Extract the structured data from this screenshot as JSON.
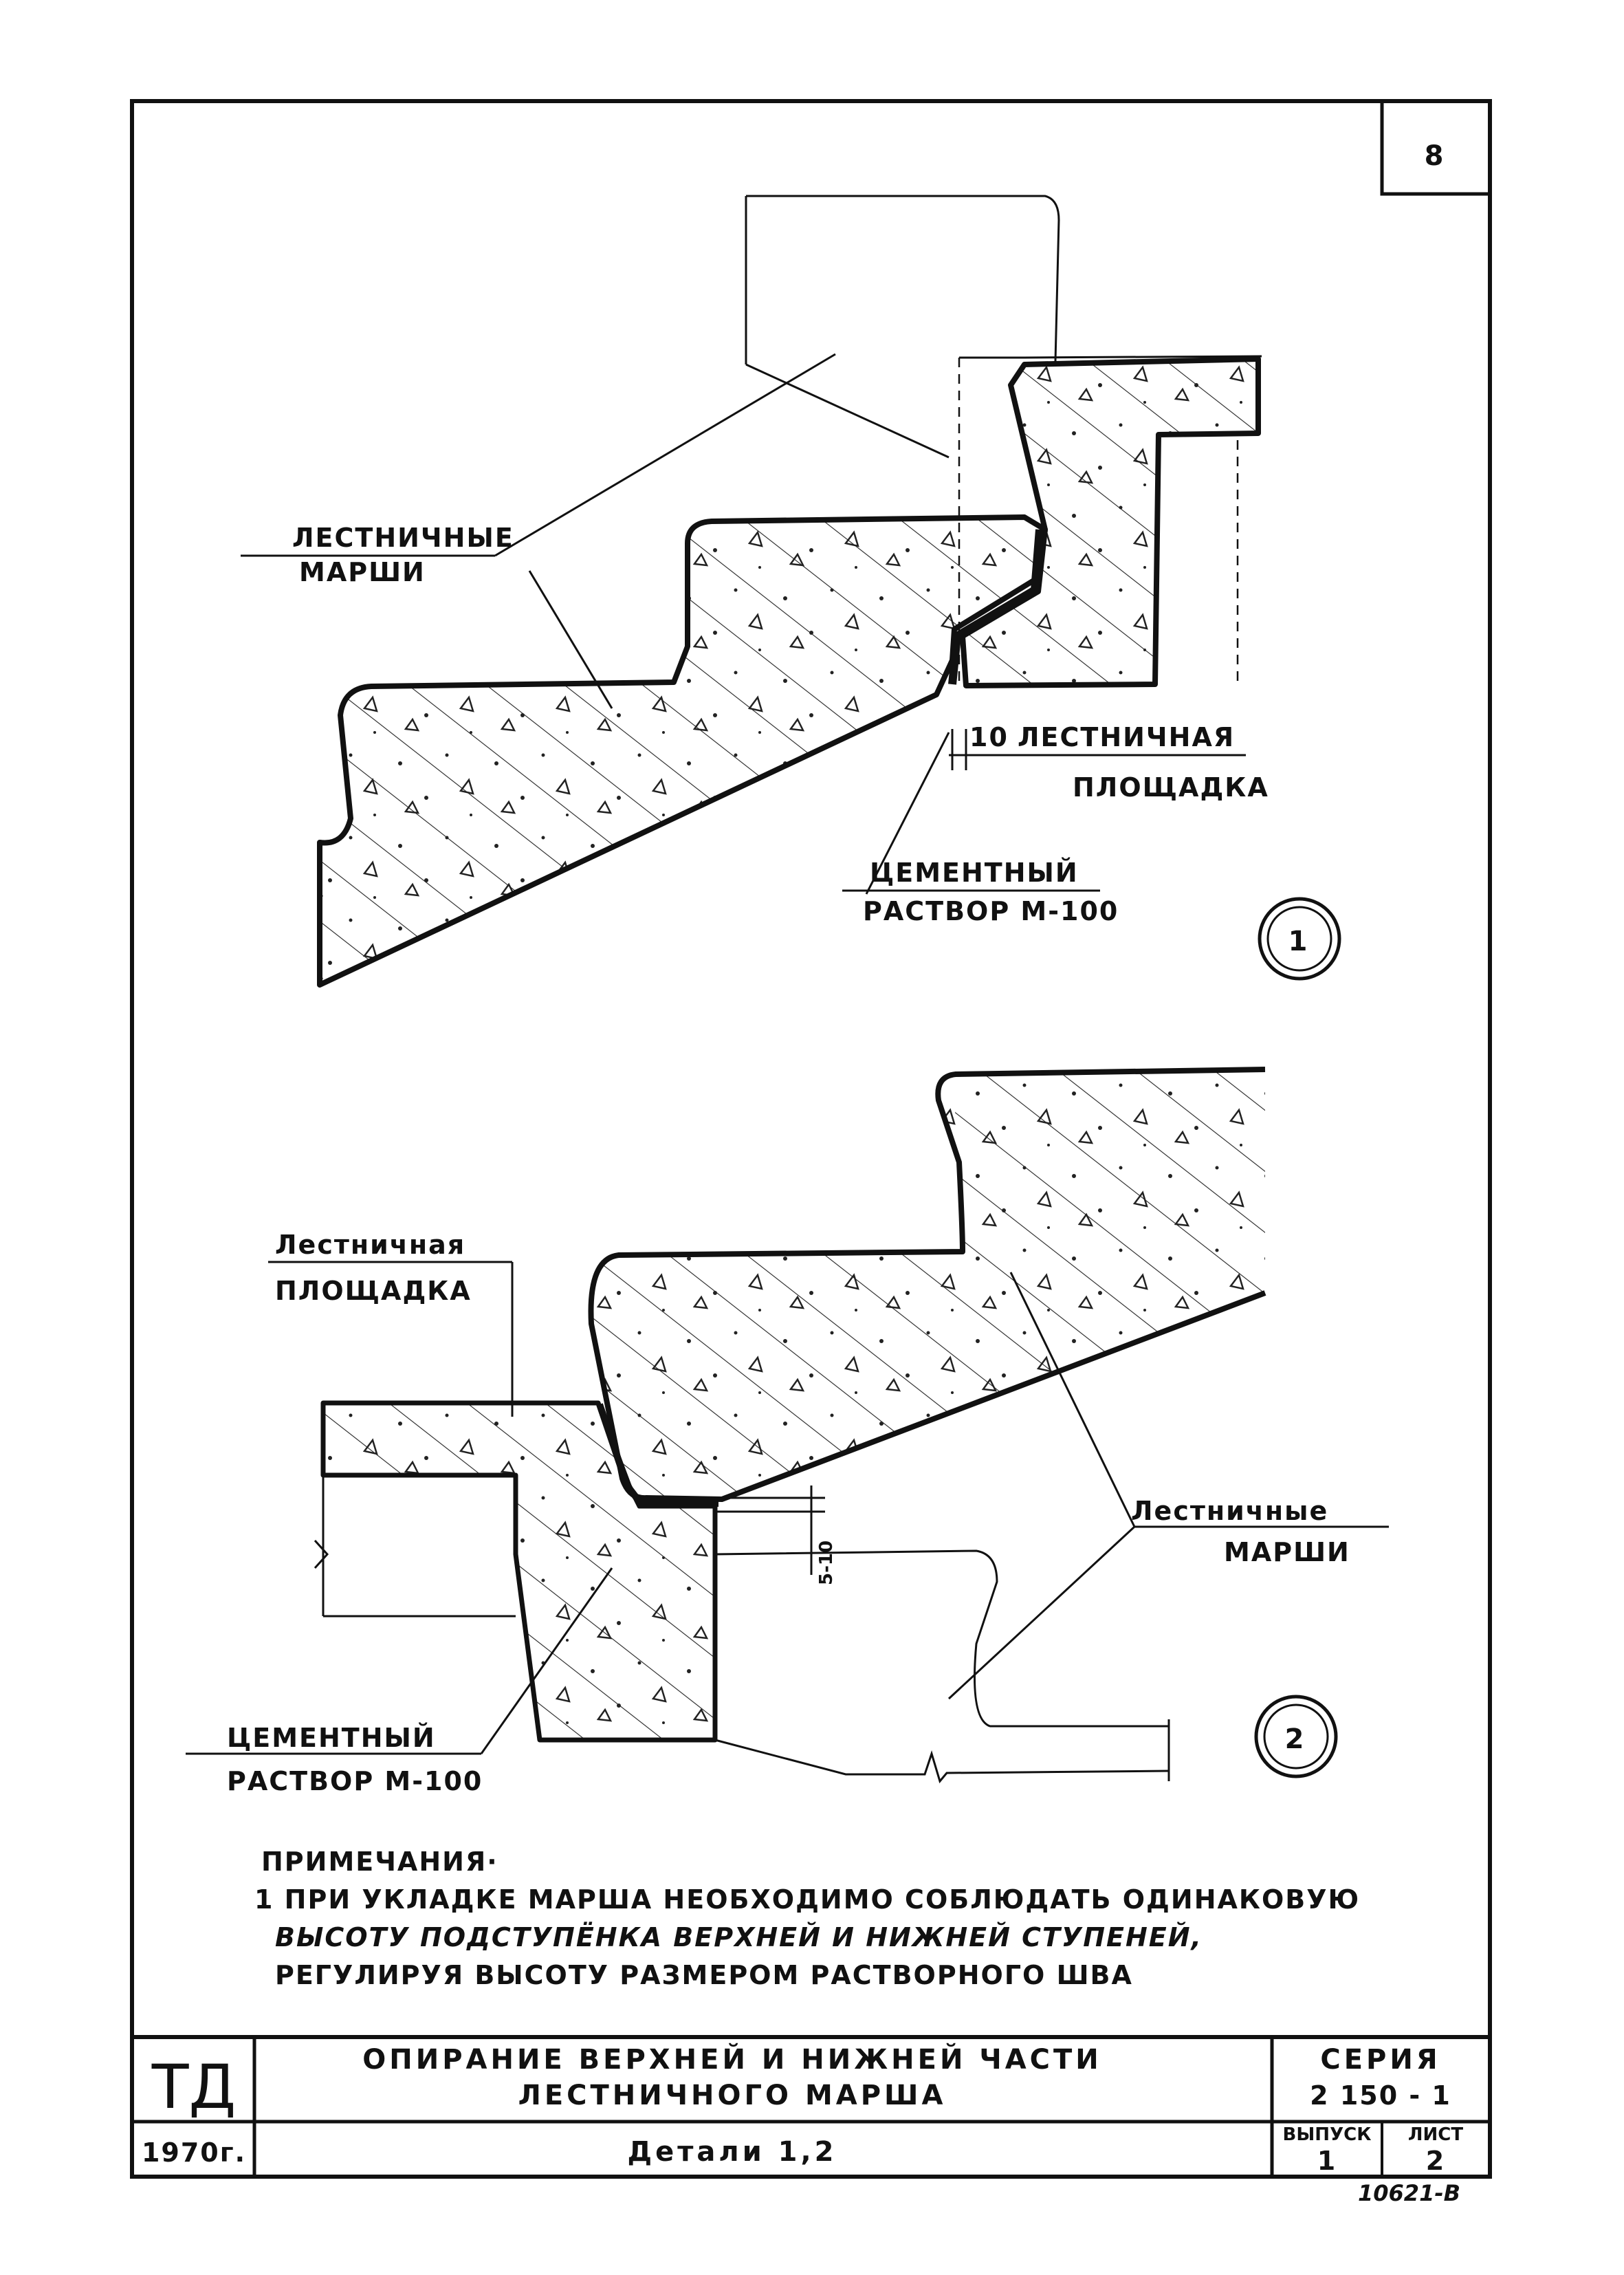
{
  "sheet_number": "8",
  "detail1": {
    "marker": "1",
    "label_marshi_line1": "ЛЕСТНИЧНЫЕ",
    "label_marshi_line2": "МАРШИ",
    "dim_gap": "10",
    "label_ploshchadka_line1": "ЛЕСТНИЧНАЯ",
    "label_ploshchadka_line2": "ПЛОЩАДКА",
    "label_rastvor_line1": "ЦЕМЕНТНЫЙ",
    "label_rastvor_line2": "РАСТВОР М-100"
  },
  "detail2": {
    "marker": "2",
    "label_ploshchadka_line1": "Лестничная",
    "label_ploshchadka_line2": "ПЛОЩАДКА",
    "label_marshi_line1": "Лестничные",
    "label_marshi_line2": "МАРШИ",
    "dim_gap": "5-10",
    "label_rastvor_line1": "ЦЕМЕНТНЫЙ",
    "label_rastvor_line2": "РАСТВОР М-100"
  },
  "notes": {
    "heading": "ПРИМЕЧАНИЯ·",
    "line1": "1 ПРИ УКЛАДКЕ МАРША НЕОБХОДИМО СОБЛЮДАТЬ ОДИНАКОВУЮ",
    "line2": "ВЫСОТУ ПОДСТУПЁНКА ВЕРХНЕЙ И НИЖНЕЙ СТУПЕНЕЙ,",
    "line3": "РЕГУЛИРУЯ ВЫСОТУ РАЗМЕРОМ РАСТВОРНОГО ШВА"
  },
  "title_block": {
    "org": "ТД",
    "year": "1970г.",
    "title_line1": "ОПИРАНИЕ ВЕРХНЕЙ И НИЖНЕЙ ЧАСТИ",
    "title_line2": "ЛЕСТНИЧНОГО МАРША",
    "subtitle": "Детали 1,2",
    "series_label": "СЕРИЯ",
    "series_value": "2 150 - 1",
    "issue_label": "ВЫПУСК",
    "issue_value": "1",
    "sheet_label": "ЛИСТ",
    "sheet_value": "2"
  },
  "archive_number": "10621-В"
}
